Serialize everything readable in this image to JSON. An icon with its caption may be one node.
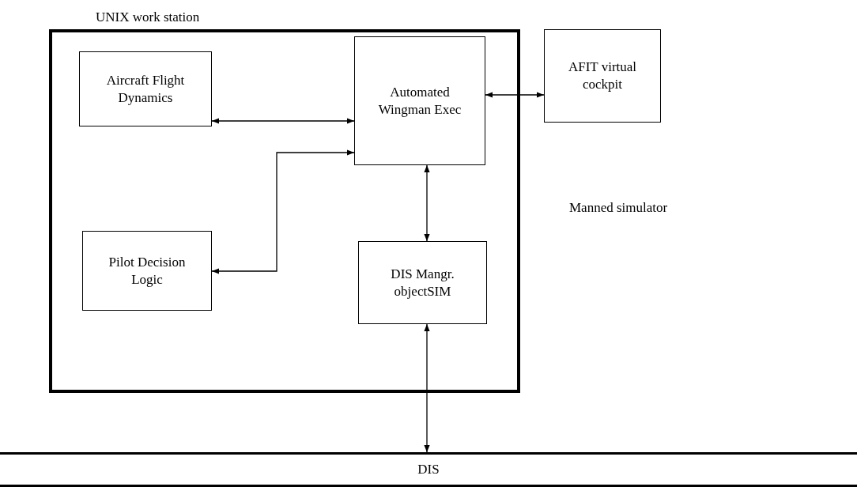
{
  "diagram": {
    "nodes": [
      {
        "text": [
          "UNIX work station"
        ]
      },
      {
        "text": [
          "Aircraft Flight Dynamics"
        ],
        "in": 0
      },
      {
        "text": [
          "Automated Wingman Exec"
        ],
        "in": 0
      },
      {
        "text": [
          "Pilot Decision Logic"
        ],
        "in": 0
      },
      {
        "text": [
          "DIS Mangr. objectSIM"
        ],
        "in": 0
      },
      {
        "text": [
          "AFIT virtual cockpit"
        ]
      },
      {
        "text": [
          "DIS"
        ]
      }
    ],
    "edges": [
      {
        "from": 1,
        "to": 2,
        "arrow": "both"
      },
      {
        "from": 3,
        "to": 2,
        "arrow": "both"
      },
      {
        "from": 2,
        "to": 4,
        "arrow": "both"
      },
      {
        "from": 2,
        "to": 5,
        "arrow": "both"
      },
      {
        "from": 4,
        "to": 6,
        "arrow": "both"
      }
    ],
    "labels": [
      "Manned simulator"
    ]
  }
}
